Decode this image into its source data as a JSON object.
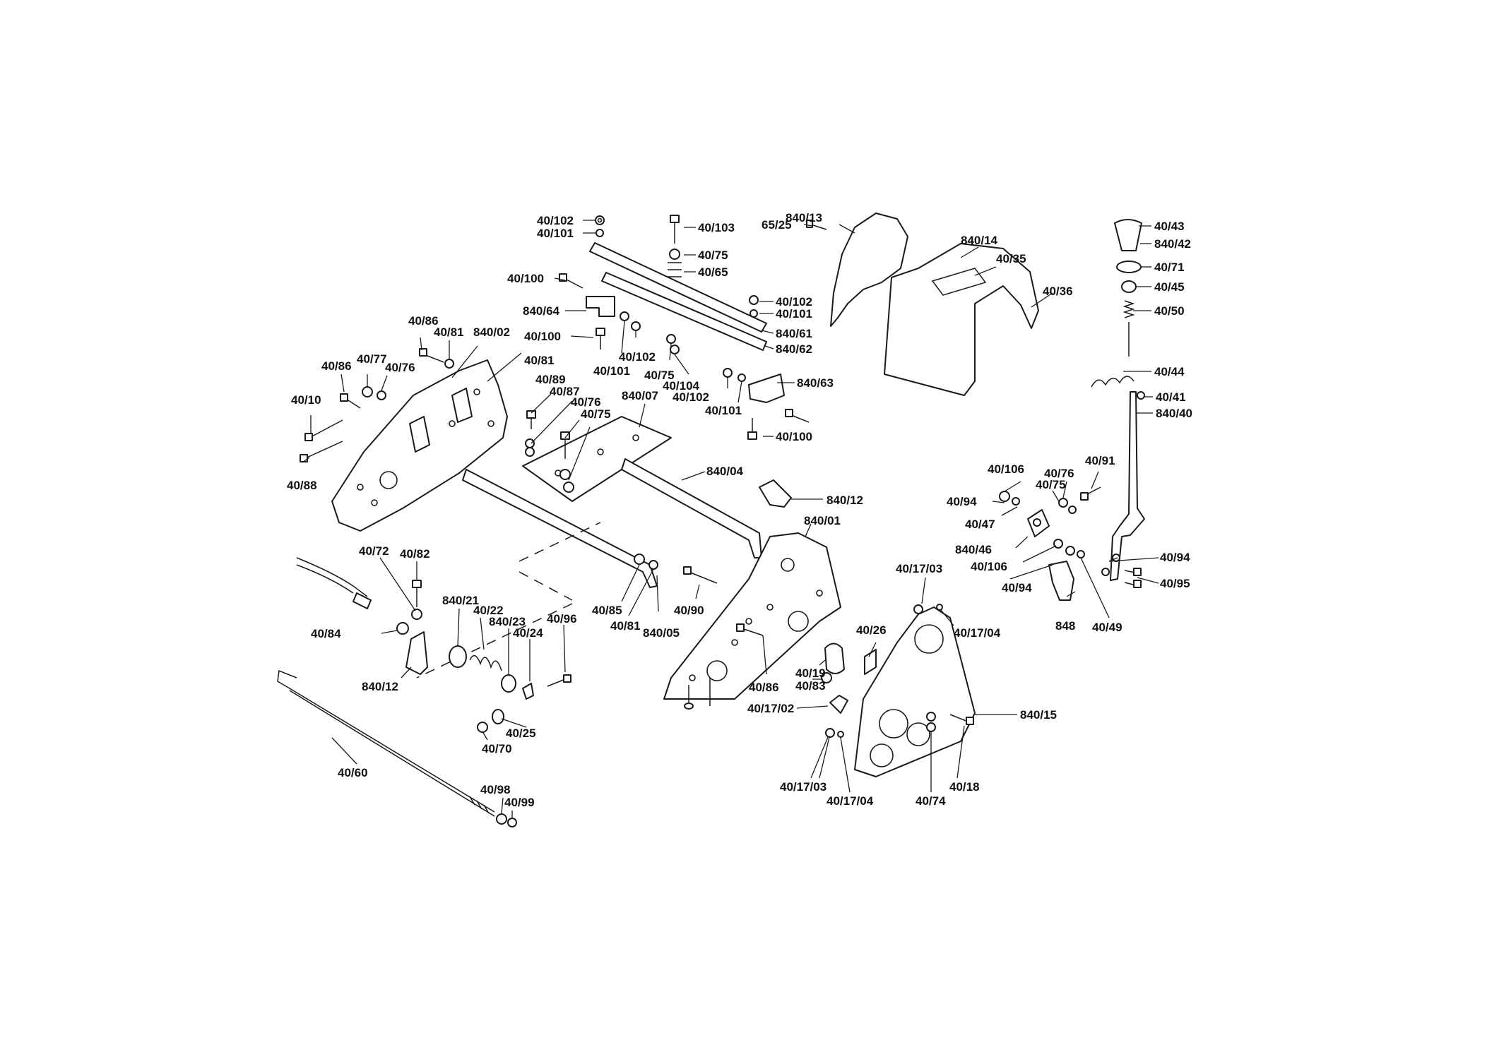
{
  "labels": {
    "l_40_102_a": "40/102",
    "l_40_101_a": "40/101",
    "l_40_103": "40/103",
    "l_40_75_a": "40/75",
    "l_40_65": "40/65",
    "l_40_100_a": "40/100",
    "l_840_64": "840/64",
    "l_40_102_b": "40/102",
    "l_40_101_b": "40/101",
    "l_840_61": "840/61",
    "l_840_62": "840/62",
    "l_40_100_b": "40/100",
    "l_40_101_c": "40/101",
    "l_40_102_c": "40/102",
    "l_40_75_b": "40/75",
    "l_40_104": "40/104",
    "l_40_102_d": "40/102",
    "l_40_101_d": "40/101",
    "l_840_63": "840/63",
    "l_40_100_c": "40/100",
    "l_840_13": "840/13",
    "l_65_25": "65/25",
    "l_840_14": "840/14",
    "l_40_35": "40/35",
    "l_40_36": "40/36",
    "l_40_43": "40/43",
    "l_840_42": "840/42",
    "l_40_71": "40/71",
    "l_40_45": "40/45",
    "l_40_50": "40/50",
    "l_40_44": "40/44",
    "l_40_41": "40/41",
    "l_840_40": "840/40",
    "l_40_86_a": "40/86",
    "l_40_81_a": "40/81",
    "l_840_02": "840/02",
    "l_40_86_b": "40/86",
    "l_40_77": "40/77",
    "l_40_76_a": "40/76",
    "l_40_81_b": "40/81",
    "l_40_10": "40/10",
    "l_40_88": "40/88",
    "l_40_89": "40/89",
    "l_40_87": "40/87",
    "l_40_76_b": "40/76",
    "l_40_75_c": "40/75",
    "l_840_07": "840/07",
    "l_840_04": "840/04",
    "l_840_12_a": "840/12",
    "l_840_01": "840/01",
    "l_40_106_a": "40/106",
    "l_40_76_c": "40/76",
    "l_40_91": "40/91",
    "l_40_75_d": "40/75",
    "l_40_94_a": "40/94",
    "l_40_47": "40/47",
    "l_840_46": "840/46",
    "l_40_106_b": "40/106",
    "l_40_94_b": "40/94",
    "l_40_94_c": "40/94",
    "l_40_95": "40/95",
    "l_848": "848",
    "l_40_49": "40/49",
    "l_40_72": "40/72",
    "l_40_82": "40/82",
    "l_840_21": "840/21",
    "l_40_22": "40/22",
    "l_840_23": "840/23",
    "l_40_96": "40/96",
    "l_40_24": "40/24",
    "l_40_84": "40/84",
    "l_840_12_b": "840/12",
    "l_40_85": "40/85",
    "l_40_81_c": "40/81",
    "l_840_05": "840/05",
    "l_40_90": "40/90",
    "l_40_17_03_a": "40/17/03",
    "l_40_17_04_a": "40/17/04",
    "l_40_26": "40/26",
    "l_40_19": "40/19",
    "l_40_83": "40/83",
    "l_40_86_c": "40/86",
    "l_40_17_02": "40/17/02",
    "l_840_15": "840/15",
    "l_40_25": "40/25",
    "l_40_70": "40/70",
    "l_40_60": "40/60",
    "l_40_98": "40/98",
    "l_40_99": "40/99",
    "l_40_17_03_b": "40/17/03",
    "l_40_17_04_b": "40/17/04",
    "l_40_74": "40/74",
    "l_40_18": "40/18"
  }
}
